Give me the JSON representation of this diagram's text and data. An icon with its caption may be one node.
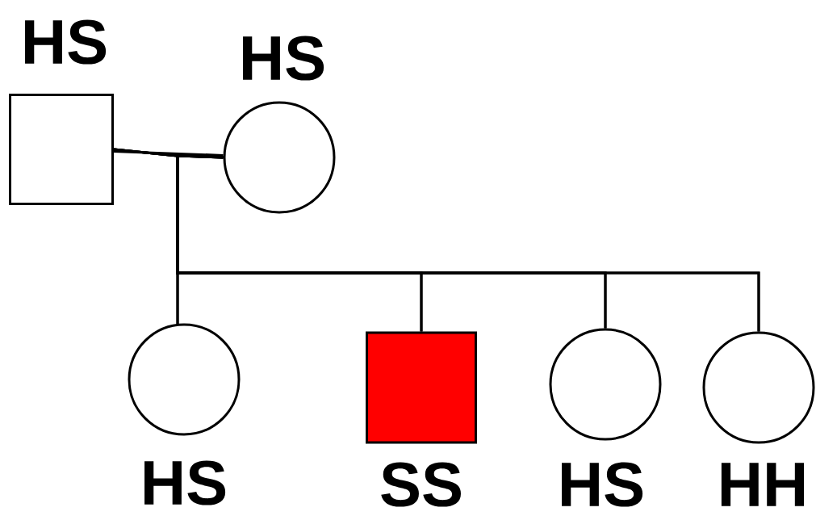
{
  "diagram": {
    "nodes": [
      {
        "text": [
          "HS"
        ]
      },
      {
        "text": [
          "HS"
        ]
      },
      {
        "text": [
          "HS"
        ]
      },
      {
        "text": [
          "SS"
        ]
      },
      {
        "text": [
          "HS"
        ]
      },
      {
        "text": [
          "HH"
        ]
      }
    ],
    "edges": [
      {
        "from": 0,
        "to": 1,
        "arrow": "none"
      },
      {
        "from": 0,
        "to": 2,
        "arrow": "none"
      },
      {
        "from": 0,
        "to": 3,
        "arrow": "none"
      },
      {
        "from": 0,
        "to": 4,
        "arrow": "none"
      },
      {
        "from": 0,
        "to": 5,
        "arrow": "none"
      },
      {
        "from": 1,
        "to": 2,
        "arrow": "none"
      },
      {
        "from": 1,
        "to": 3,
        "arrow": "none"
      },
      {
        "from": 1,
        "to": 4,
        "arrow": "none"
      },
      {
        "from": 1,
        "to": 5,
        "arrow": "none"
      }
    ]
  }
}
